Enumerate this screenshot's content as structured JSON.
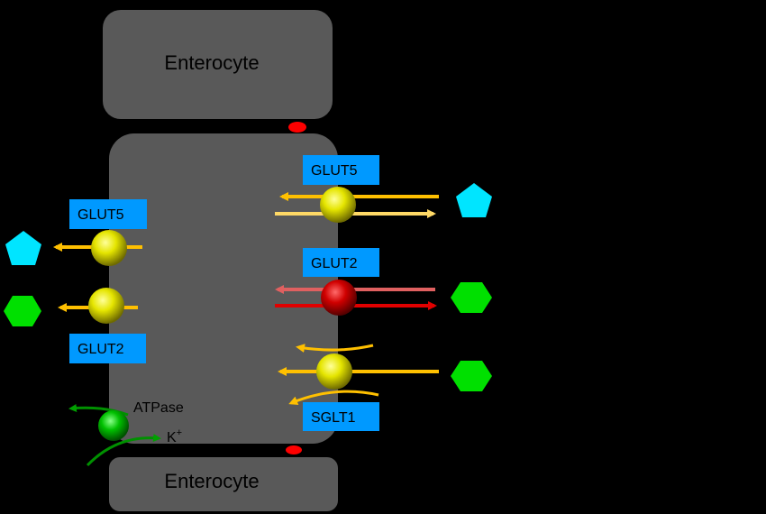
{
  "cells": {
    "top_label": "Enterocyte",
    "bottom_label": "Enterocyte"
  },
  "transporters": {
    "right_glut5": "GLUT5",
    "right_glut2": "GLUT2",
    "right_sglt1": "SGLT1",
    "left_glut5": "GLUT5",
    "left_glut2": "GLUT2"
  },
  "pump": {
    "atpase_label": "ATPase",
    "potassium_label": "K",
    "potassium_charge": "+"
  },
  "colors": {
    "background": "#000000",
    "cell": "#595959",
    "label_box": "#0099FF",
    "arrow_orange": "#FFC000",
    "arrow_red": "#E00000",
    "fructose": "#00E5FF",
    "glucose": "#00E000",
    "junction": "#FF0000",
    "transporter_yellow": "#D6D600",
    "transporter_red": "#C00000",
    "pump_green": "#00B000"
  }
}
